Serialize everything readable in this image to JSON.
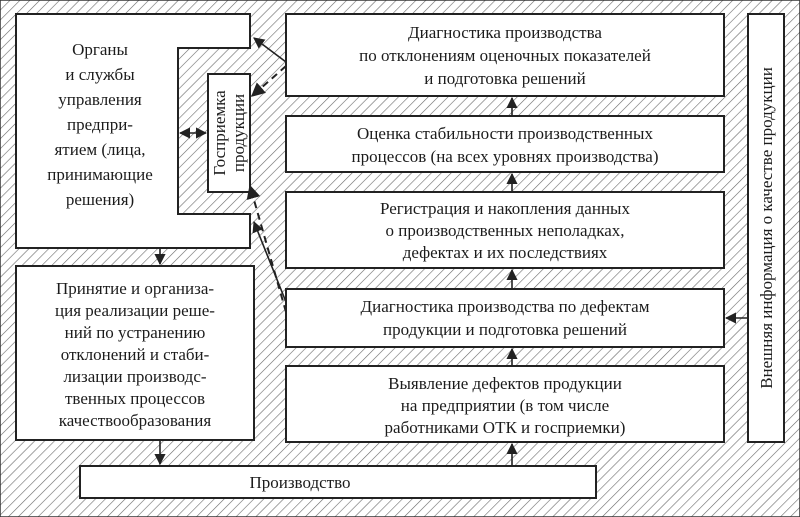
{
  "diagram": {
    "management_bodies": {
      "lines": [
        "Органы",
        "и службы",
        "управления",
        "предпри-",
        "ятием (лица,",
        "принимающие",
        "решения)"
      ]
    },
    "gospriemka": {
      "lines": [
        "Госприемка",
        "продукции"
      ]
    },
    "decision_implementation": {
      "lines": [
        "Принятие и организа-",
        "ция реализации реше-",
        "ний по устранению",
        "отклонений и стаби-",
        "лизации производс-",
        "твенных процессов",
        "качествообразования"
      ]
    },
    "diagnostics_indicators": {
      "lines": [
        "Диагностика производства",
        "по отклонениям оценочных показателей",
        "и подготовка решений"
      ]
    },
    "stability_assessment": {
      "lines": [
        "Оценка стабильности производственных",
        "процессов (на всех уровнях производства)"
      ]
    },
    "data_registration": {
      "lines": [
        "Регистрация и накопления данных",
        "о производственных неполадках,",
        "дефектах и их последствиях"
      ]
    },
    "defect_diagnostics": {
      "lines": [
        "Диагностика производства по дефектам",
        "продукции и подготовка решений"
      ]
    },
    "defect_detection": {
      "lines": [
        "Выявление дефектов продукции",
        "на предприятии (в том числе",
        "работниками ОТК и госприемки)"
      ]
    },
    "external_info": {
      "text": "Внешняя информация о качестве продукции"
    },
    "production": {
      "text": "Производство"
    }
  }
}
